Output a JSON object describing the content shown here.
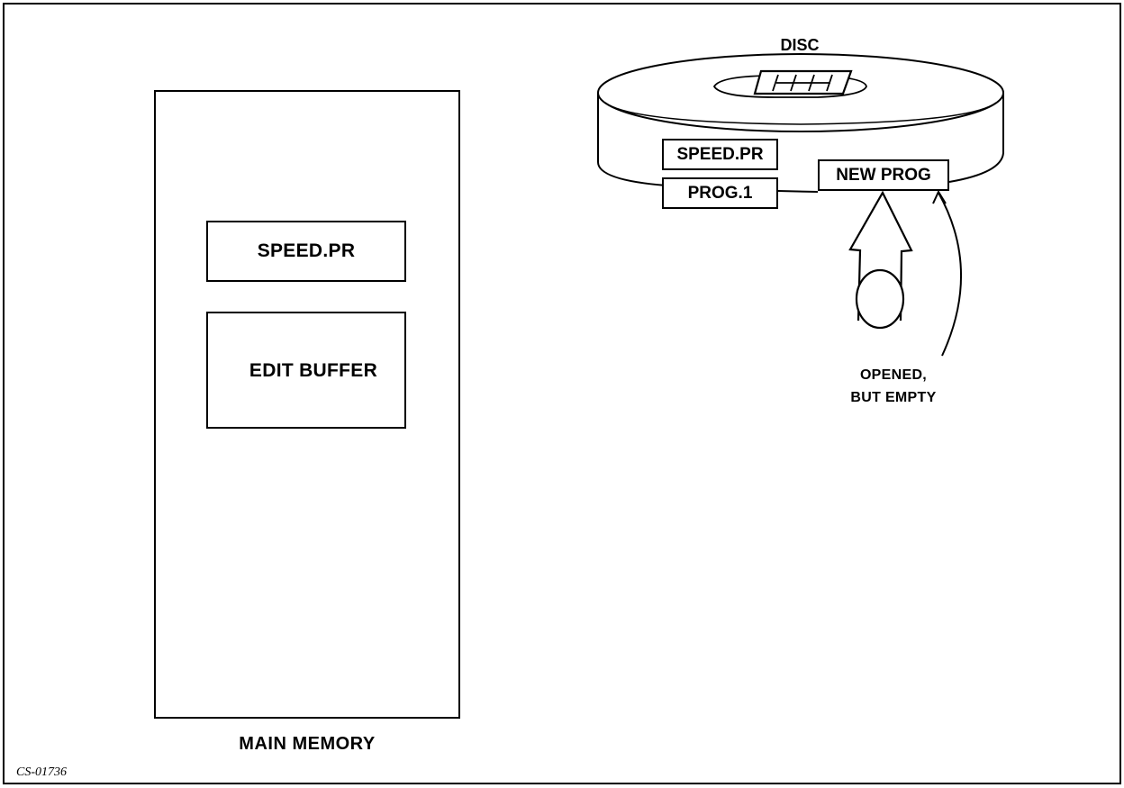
{
  "disc": {
    "title": "DISC",
    "files": {
      "speed": "SPEED.PR",
      "prog": "PROG.1",
      "new": "NEW PROG"
    },
    "note": "OPENED,\nBUT EMPTY"
  },
  "memory": {
    "label": "MAIN MEMORY",
    "segments": {
      "speed": "SPEED.PR",
      "edit": "EDIT BUFFER"
    }
  },
  "figure_id": "CS-01736"
}
